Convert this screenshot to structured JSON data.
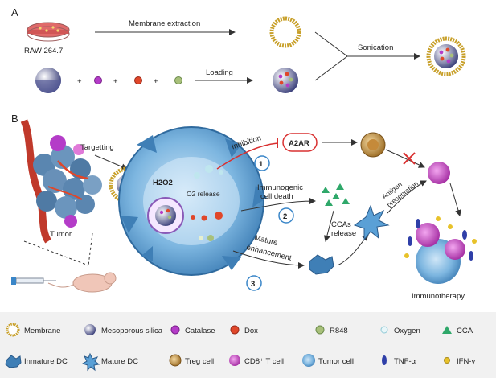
{
  "panels": {
    "a": "A",
    "b": "B"
  },
  "panel_a": {
    "cell_line": "RAW 264.7",
    "membrane_extraction": "Membrane extraction",
    "loading": "Loading",
    "sonication": "Sonication",
    "plus": "+"
  },
  "panel_b": {
    "targetting": "Targetting",
    "tumor": "Tumor",
    "h2o2": "H2O2",
    "o2_release": "O2 release",
    "inhibition": "Inhibition",
    "a2ar": "A2AR",
    "immunogenic_line1": "Immunogenic",
    "immunogenic_line2": "cell death",
    "ccas_line1": "CCAs",
    "ccas_line2": "release",
    "mature_line1": "Mature",
    "mature_line2": "enhancement",
    "antigen_line1": "Antigen",
    "antigen_line2": "presentation",
    "immunotherapy": "Immunotherapy",
    "step1": "1",
    "step2": "2",
    "step3": "3"
  },
  "legend": {
    "row1": [
      {
        "icon": "membrane-icon",
        "label": "Membrane"
      },
      {
        "icon": "mesoporous-silica-icon",
        "label": "Mesoporous silica"
      },
      {
        "icon": "catalase-icon",
        "label": "Catalase"
      },
      {
        "icon": "dox-icon",
        "label": "Dox"
      },
      {
        "icon": "r848-icon",
        "label": "R848"
      },
      {
        "icon": "oxygen-icon",
        "label": "Oxygen"
      },
      {
        "icon": "cca-icon",
        "label": "CCA"
      }
    ],
    "row2": [
      {
        "icon": "immature-dc-icon",
        "label": "Inmature DC"
      },
      {
        "icon": "mature-dc-icon",
        "label": "Mature DC"
      },
      {
        "icon": "treg-cell-icon",
        "label": "Treg cell"
      },
      {
        "icon": "cd8-t-cell-icon",
        "label": "CD8⁺ T cell"
      },
      {
        "icon": "tumor-cell-icon",
        "label": "Tumor cell"
      },
      {
        "icon": "tnf-alpha-icon",
        "label": "TNF-α"
      },
      {
        "icon": "ifn-gamma-icon",
        "label": "IFN-γ"
      }
    ]
  },
  "colors": {
    "membrane": "#c8a02a",
    "silica": "#5a5f9a",
    "catalase": "#b43cc8",
    "dox": "#e0472a",
    "r848": "#a8c07a",
    "oxygen": "#bfe6ee",
    "cca": "#2fa86a",
    "tumor_blue": "#5aa0d6",
    "step_ring": "#3a86c8",
    "inhibition_red": "#d93030"
  }
}
